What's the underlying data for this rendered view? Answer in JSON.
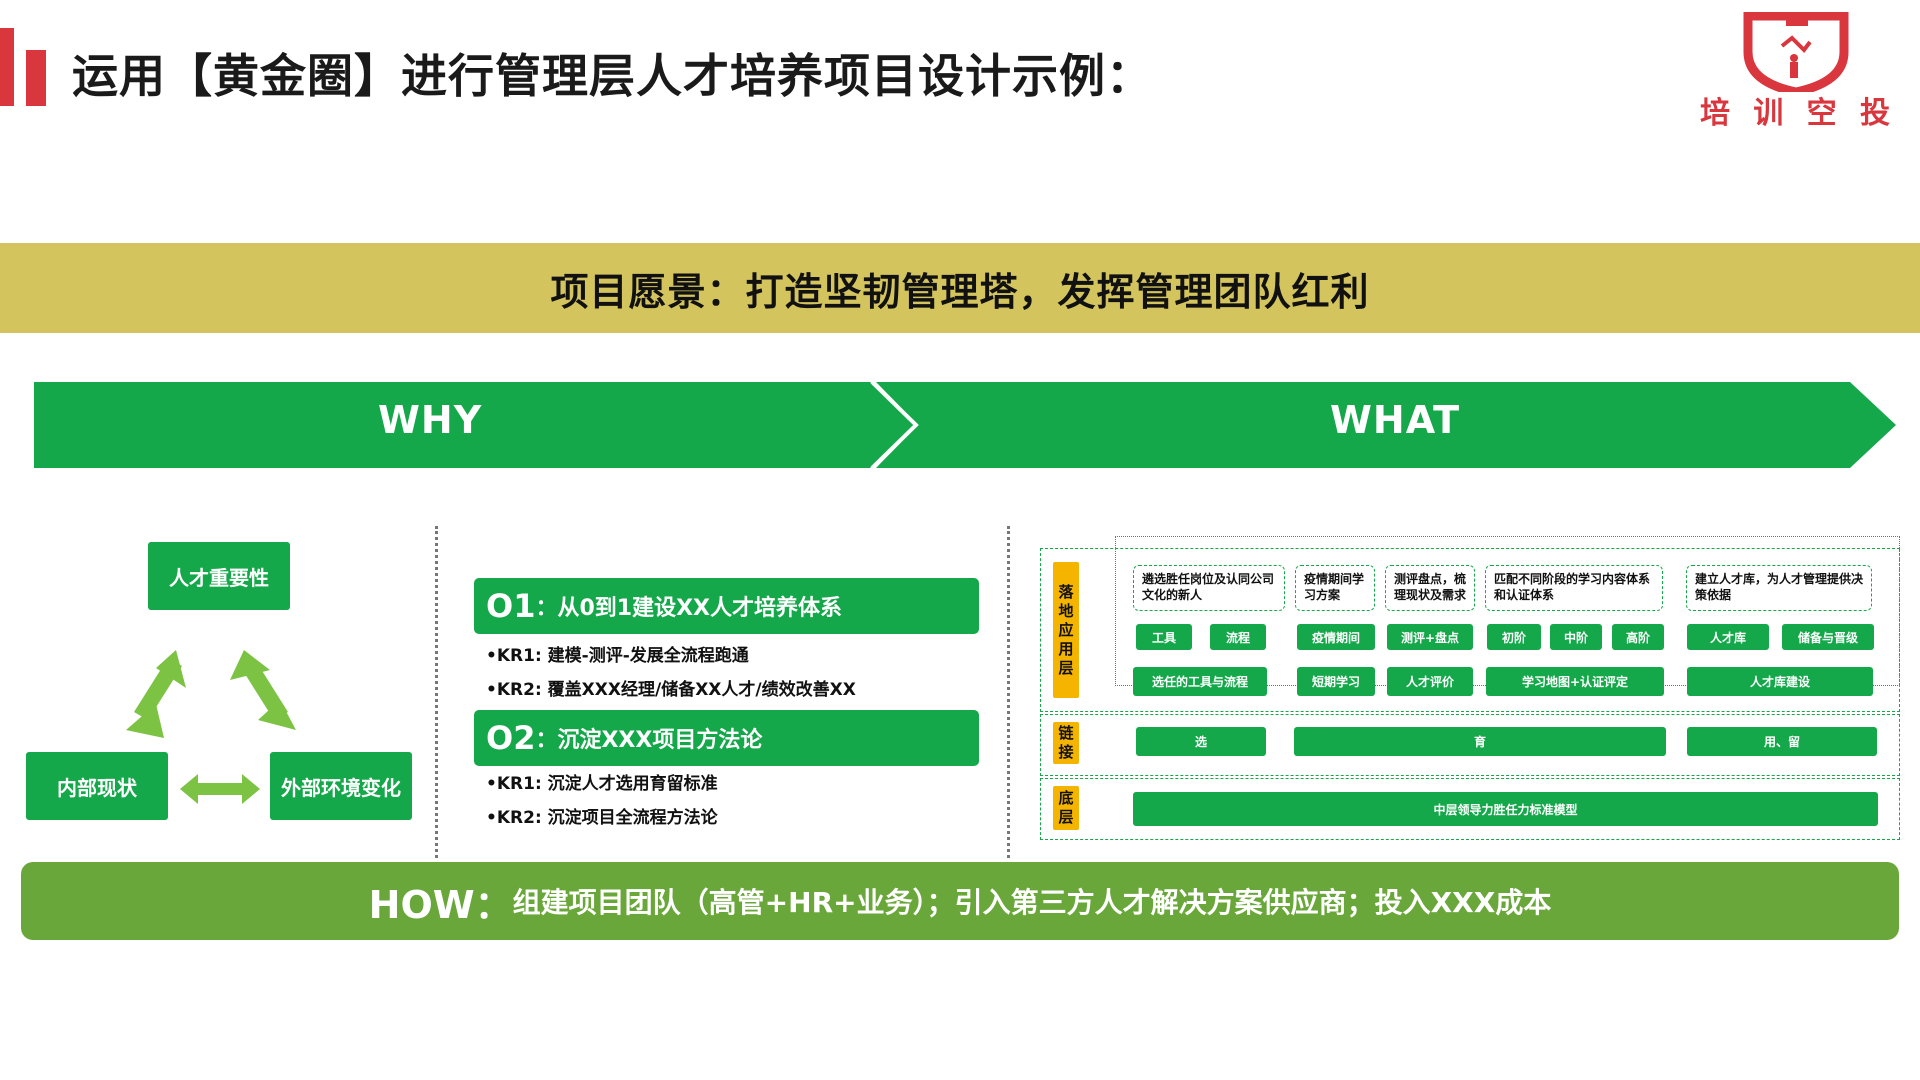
{
  "page_title": "运用【黄金圈】进行管理层人才培养项目设计示例：",
  "logo": {
    "text": [
      "培",
      "训",
      "空",
      "投"
    ]
  },
  "vision": "项目愿景：打造坚韧管理塔，发挥管理团队红利",
  "why_label": "WHY",
  "what_label": "WHAT",
  "why": {
    "top": "人才重要性",
    "left": "内部现状",
    "right": "外部环境变化"
  },
  "okr": {
    "o1": {
      "code": "O1",
      "text": "：从0到1建设XX人才培养体系",
      "kr1": "•KR1: 建模-测评-发展全流程跑通",
      "kr2": "•KR2: 覆盖XXX经理/储备XX人才/绩效改善XX"
    },
    "o2": {
      "code": "O2",
      "text": "：沉淀XXX项目方法论",
      "kr1": "•KR1: 沉淀人才选用育留标准",
      "kr2": "•KR2: 沉淀项目全流程方法论"
    }
  },
  "what": {
    "layers": {
      "apply": "落地应用层",
      "link": "链接",
      "base": "底层"
    },
    "goals": [
      "遴选胜任岗位及认同公司文化的新人",
      "疫情期间学习方案",
      "测评盘点，梳理现状及需求",
      "匹配不同阶段的学习内容体系和认证体系",
      "建立人才库，为人才管理提供决策依据"
    ],
    "tools": {
      "gongju": "工具",
      "liucheng": "流程",
      "yiqing": "疫情期间",
      "ceping": "测评+盘点",
      "chujie": "初阶",
      "zhongjie": "中阶",
      "gaojie": "高阶",
      "rencaiku": "人才库",
      "chubei": "储备与晋级"
    },
    "mid": {
      "xuanren": "选任的工具与流程",
      "duanqi": "短期学习",
      "rencaipingjia": "人才评价",
      "ditu": "学习地图+认证评定",
      "rencaikujianshe": "人才库建设"
    },
    "link": {
      "xuan": "选",
      "yu": "育",
      "yongliu": "用、留"
    },
    "base": "中层领导力胜任力标准模型"
  },
  "how": {
    "label": "HOW：",
    "text": "组建项目团队（高管+HR+业务）；引入第三方人才解决方案供应商；投入XXX成本"
  },
  "colors": {
    "green": "#14a84a",
    "red": "#d9363e",
    "gold": "#d4c45e",
    "how_green": "#6aa73a",
    "yellow": "#f4b400"
  }
}
